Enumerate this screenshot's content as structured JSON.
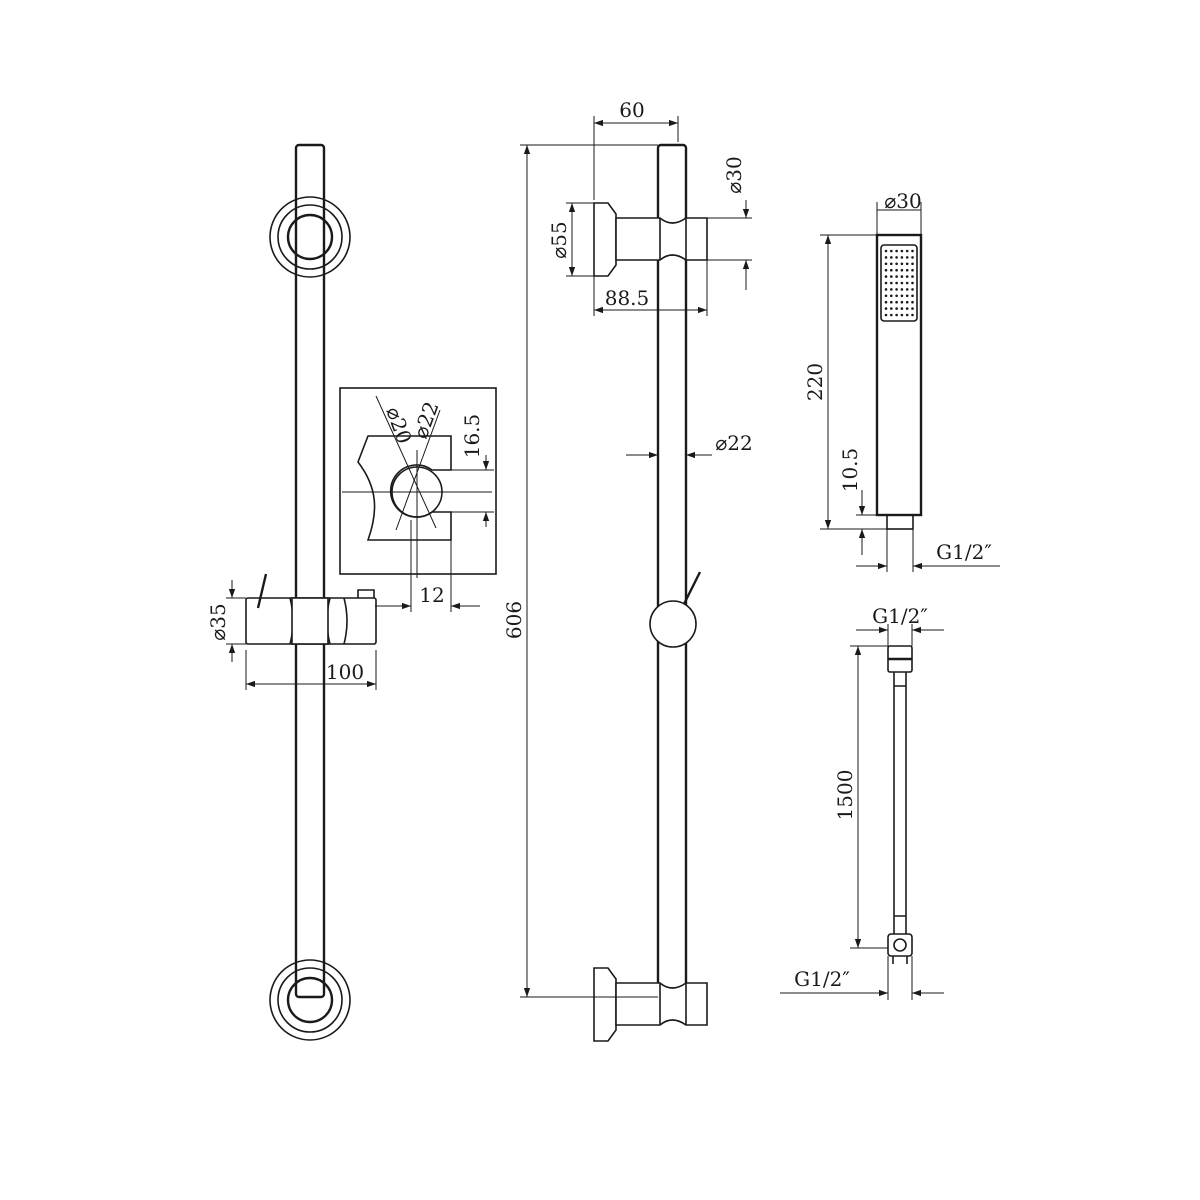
{
  "dimensions": {
    "rail_length": "606",
    "rail_diameter": "⌀22",
    "bracket_offset": "60",
    "bracket_depth": "88.5",
    "bracket_diameter": "⌀30",
    "flange_diameter": "⌀55",
    "slider_diameter": "⌀35",
    "slider_width": "100",
    "holder_gap": "12",
    "holder_phi20": "⌀20",
    "holder_phi22": "⌀22",
    "holder_depth": "16.5",
    "handshower_diameter": "⌀30",
    "handshower_length": "220",
    "handshower_thread_length": "10.5",
    "handshower_thread": "G1/2″",
    "hose_thread_top": "G1/2″",
    "hose_length": "1500",
    "hose_thread_bottom": "G1/2″"
  }
}
